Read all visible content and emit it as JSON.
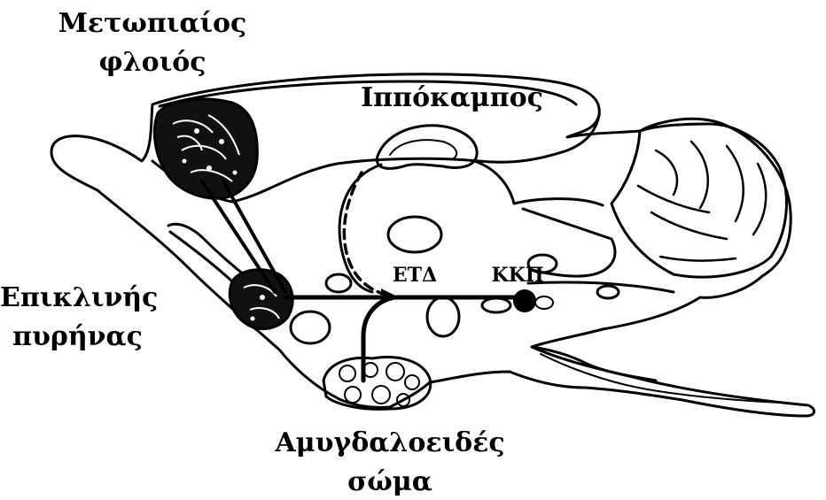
{
  "labels": {
    "frontal_cortex_line1": "Μετωπιαίος",
    "frontal_cortex_line2": "φλοιός",
    "hippocampus": "Ιππόκαμπος",
    "accumbens_line1": "Επικλινής",
    "accumbens_line2": "πυρήνας",
    "amygdala_line1": "Αμυγδαλοειδές",
    "amygdala_line2": "σώμα",
    "vta": "ΕΤΔ",
    "ppt": "ΚΚΠ"
  },
  "colors": {
    "ink": "#000000",
    "background": "#ffffff"
  }
}
